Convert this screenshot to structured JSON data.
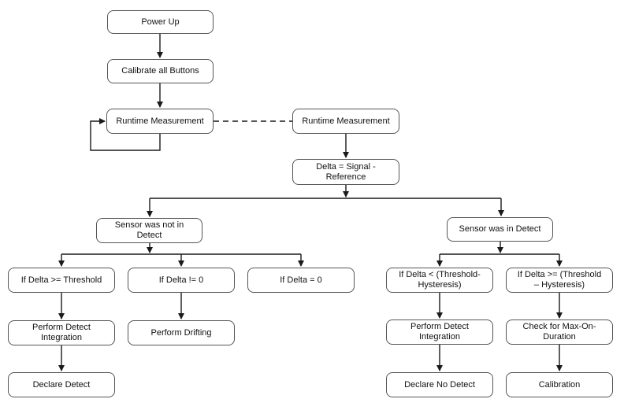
{
  "diagram": {
    "type": "flowchart",
    "colors": {
      "background": "#ffffff",
      "box_border": "#555555",
      "connector": "#1a1a1a",
      "text": "#111111"
    },
    "nodes": {
      "power_up": {
        "label": "Power Up"
      },
      "calibrate_all_buttons": {
        "label": "Calibrate all Buttons"
      },
      "runtime_measurement_left": {
        "label": "Runtime Measurement"
      },
      "runtime_measurement_right": {
        "label": "Runtime Measurement"
      },
      "delta_calc": {
        "label": "Delta = Signal -\nReference"
      },
      "sensor_was_not_in_detect": {
        "label": "Sensor was not in\nDetect"
      },
      "sensor_was_in_detect": {
        "label": "Sensor was in Detect"
      },
      "if_delta_ge_threshold": {
        "label": "If Delta >= Threshold"
      },
      "if_delta_ne_0": {
        "label": "If Delta != 0"
      },
      "if_delta_eq_0": {
        "label": "If Delta = 0"
      },
      "perform_detect_integration_left": {
        "label": "Perform Detect\nIntegration"
      },
      "perform_drifting": {
        "label": "Perform Drifting"
      },
      "declare_detect": {
        "label": "Declare Detect"
      },
      "if_delta_lt_threshold_minus_hysteresis": {
        "label": "If Delta < (Threshold-\nHysteresis)"
      },
      "if_delta_ge_threshold_minus_hysteresis": {
        "label": "If Delta >= (Threshold\n– Hysteresis)"
      },
      "perform_detect_integration_right": {
        "label": "Perform Detect\nIntegration"
      },
      "check_for_max_on_duration": {
        "label": "Check for Max-On-\nDuration"
      },
      "declare_no_detect": {
        "label": "Declare No Detect"
      },
      "calibration": {
        "label": "Calibration"
      }
    },
    "edges": [
      {
        "from": "power_up",
        "to": "calibrate_all_buttons",
        "style": "arrow"
      },
      {
        "from": "calibrate_all_buttons",
        "to": "runtime_measurement_left",
        "style": "arrow"
      },
      {
        "from": "runtime_measurement_left",
        "to": "runtime_measurement_left",
        "style": "self-loop-arrow"
      },
      {
        "from": "runtime_measurement_left",
        "to": "runtime_measurement_right",
        "style": "dashed-line"
      },
      {
        "from": "runtime_measurement_right",
        "to": "delta_calc",
        "style": "arrow"
      },
      {
        "from": "delta_calc",
        "to": "sensor_was_not_in_detect",
        "style": "arrow"
      },
      {
        "from": "delta_calc",
        "to": "sensor_was_in_detect",
        "style": "arrow"
      },
      {
        "from": "sensor_was_not_in_detect",
        "to": "if_delta_ge_threshold",
        "style": "arrow"
      },
      {
        "from": "sensor_was_not_in_detect",
        "to": "if_delta_ne_0",
        "style": "arrow"
      },
      {
        "from": "sensor_was_not_in_detect",
        "to": "if_delta_eq_0",
        "style": "arrow"
      },
      {
        "from": "if_delta_ge_threshold",
        "to": "perform_detect_integration_left",
        "style": "arrow"
      },
      {
        "from": "if_delta_ne_0",
        "to": "perform_drifting",
        "style": "arrow"
      },
      {
        "from": "perform_detect_integration_left",
        "to": "declare_detect",
        "style": "arrow"
      },
      {
        "from": "sensor_was_in_detect",
        "to": "if_delta_lt_threshold_minus_hysteresis",
        "style": "arrow"
      },
      {
        "from": "sensor_was_in_detect",
        "to": "if_delta_ge_threshold_minus_hysteresis",
        "style": "arrow"
      },
      {
        "from": "if_delta_lt_threshold_minus_hysteresis",
        "to": "perform_detect_integration_right",
        "style": "arrow"
      },
      {
        "from": "if_delta_ge_threshold_minus_hysteresis",
        "to": "check_for_max_on_duration",
        "style": "arrow"
      },
      {
        "from": "perform_detect_integration_right",
        "to": "declare_no_detect",
        "style": "arrow"
      },
      {
        "from": "check_for_max_on_duration",
        "to": "calibration",
        "style": "arrow"
      }
    ]
  }
}
